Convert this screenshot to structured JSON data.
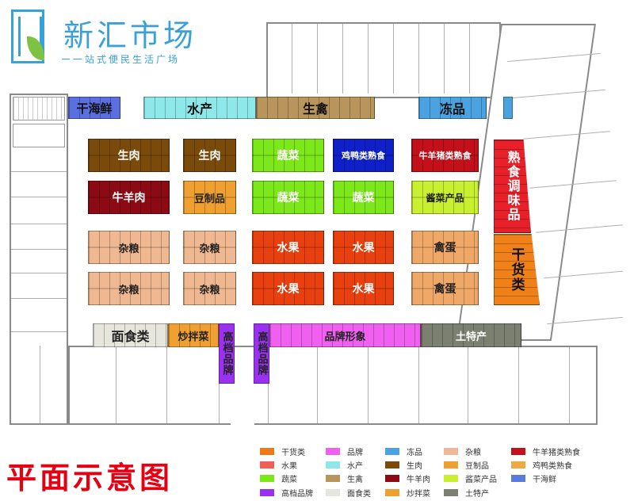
{
  "brand": {
    "name": "新汇市场",
    "slogan": "一站式便民生活广场"
  },
  "plan_title": "平面示意图",
  "zones": {
    "top_row": [
      {
        "label": "干海鲜",
        "color": "#5a6fe0"
      },
      {
        "label": "水产",
        "color": "#8ee8ea"
      },
      {
        "label": "生禽",
        "color": "#b8955a"
      },
      {
        "label": "冻品",
        "color": "#4aa3e0"
      }
    ],
    "grid": [
      {
        "label": "生肉",
        "color": "#7a4a0a",
        "text_color": "#ffffff"
      },
      {
        "label": "生肉",
        "color": "#7a4a0a",
        "text_color": "#ffffff"
      },
      {
        "label": "蔬菜",
        "color": "#7ce81a",
        "text_color": "#ffffff"
      },
      {
        "label": "鸡鸭类熟食",
        "color": "#1020c8",
        "text_color": "#ffffff"
      },
      {
        "label": "牛羊猪类熟食",
        "color": "#c4101a",
        "text_color": "#ffffff"
      },
      {
        "label": "牛羊肉",
        "color": "#8b0a14",
        "text_color": "#ffffff"
      },
      {
        "label": "豆制品",
        "color": "#f0a030",
        "text_color": "#222222"
      },
      {
        "label": "蔬菜",
        "color": "#7ce81a",
        "text_color": "#ffffff"
      },
      {
        "label": "蔬菜",
        "color": "#7ce81a",
        "text_color": "#ffffff"
      },
      {
        "label": "酱菜产品",
        "color": "#c8f030",
        "text_color": "#222222"
      },
      {
        "label": "杂粮",
        "color": "#f0b890",
        "text_color": "#222222"
      },
      {
        "label": "杂粮",
        "color": "#f0b890",
        "text_color": "#222222"
      },
      {
        "label": "水果",
        "color": "#e8400e",
        "text_color": "#ffffff"
      },
      {
        "label": "水果",
        "color": "#e8400e",
        "text_color": "#ffffff"
      },
      {
        "label": "禽蛋",
        "color": "#f0a868",
        "text_color": "#222222"
      },
      {
        "label": "杂粮",
        "color": "#f0b890",
        "text_color": "#222222"
      },
      {
        "label": "杂粮",
        "color": "#f0b890",
        "text_color": "#222222"
      },
      {
        "label": "水果",
        "color": "#e8400e",
        "text_color": "#ffffff"
      },
      {
        "label": "水果",
        "color": "#e8400e",
        "text_color": "#ffffff"
      },
      {
        "label": "禽蛋",
        "color": "#f0a868",
        "text_color": "#222222"
      }
    ],
    "right_side": [
      {
        "label": "熟食调味品",
        "color": "#e8202a",
        "text_color": "#ffffff"
      },
      {
        "label": "干货类",
        "color": "#f08018",
        "text_color": "#222222"
      }
    ],
    "bottom_row": [
      {
        "label": "面食类",
        "color": "#e6e6dc",
        "text_color": "#222222"
      },
      {
        "label": "炒拌菜",
        "color": "#f0a030",
        "text_color": "#222222"
      },
      {
        "label": "高档品牌",
        "color": "#9a30f0",
        "text_color": "#222222"
      },
      {
        "label": "高档品牌",
        "color": "#9a30f0",
        "text_color": "#222222"
      },
      {
        "label": "品牌形象",
        "color": "#f060f0",
        "text_color": "#222222"
      },
      {
        "label": "土特产",
        "color": "#7c8070",
        "text_color": "#ffffff"
      }
    ]
  },
  "legend": [
    {
      "label": "干货类",
      "color": "#f07818"
    },
    {
      "label": "品牌",
      "color": "#f060f0"
    },
    {
      "label": "冻品",
      "color": "#4aa3e0"
    },
    {
      "label": "杂粮",
      "color": "#f0b898"
    },
    {
      "label": "牛羊猪类熟食",
      "color": "#c4101a"
    },
    {
      "label": "水果",
      "color": "#f06058"
    },
    {
      "label": "水产",
      "color": "#8ee8ea"
    },
    {
      "label": "生肉",
      "color": "#7a4a0a"
    },
    {
      "label": "豆制品",
      "color": "#f0a030"
    },
    {
      "label": "鸡鸭类熟食",
      "color": "#f0a840"
    },
    {
      "label": "蔬菜",
      "color": "#7ce81a"
    },
    {
      "label": "生禽",
      "color": "#b8955a"
    },
    {
      "label": "牛羊肉",
      "color": "#8b0a14"
    },
    {
      "label": "酱菜产品",
      "color": "#c8f030"
    },
    {
      "label": "干海鲜",
      "color": "#5a7ae0"
    },
    {
      "label": "高档品牌",
      "color": "#9a30f0"
    },
    {
      "label": "面食类",
      "color": "#e6e6dc"
    },
    {
      "label": "炒拌菜",
      "color": "#f0a030"
    },
    {
      "label": "土特产",
      "color": "#7c8070"
    }
  ]
}
